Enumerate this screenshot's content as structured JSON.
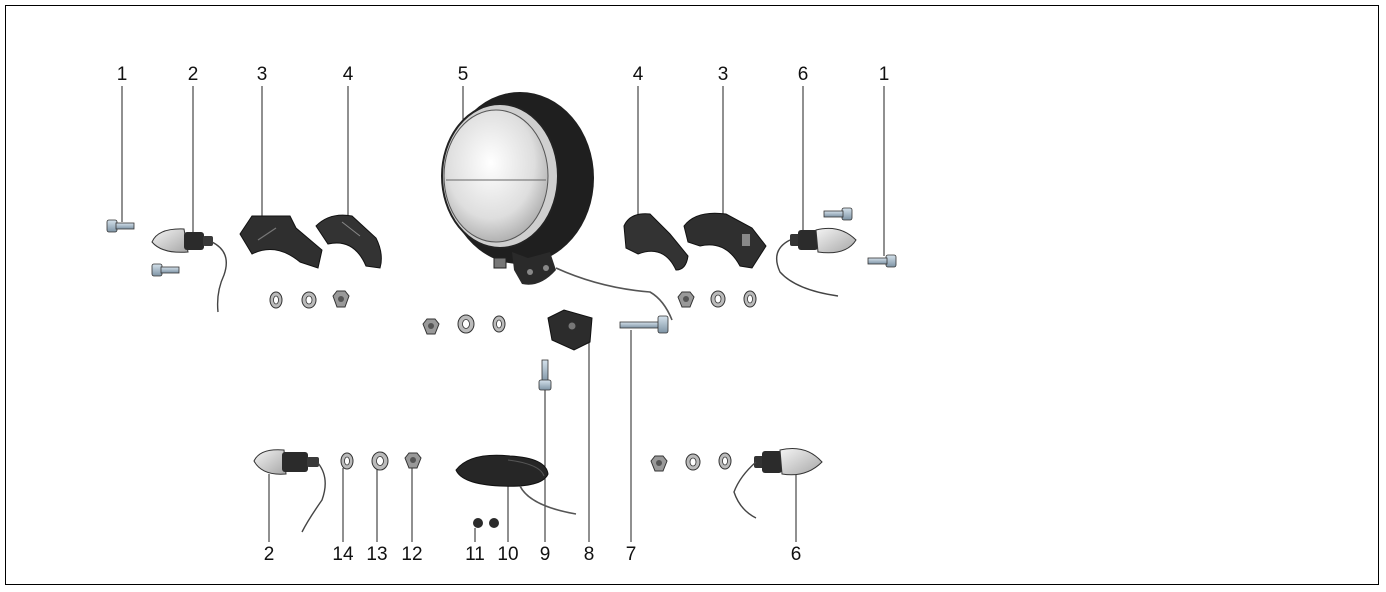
{
  "top_callouts": [
    "1",
    "2",
    "3",
    "4",
    "5",
    "4",
    "3",
    "6",
    "1"
  ],
  "bottom_callouts": [
    "2",
    "14",
    "13",
    "12",
    "11",
    "10",
    "9",
    "8",
    "7",
    "6"
  ],
  "colors": {
    "part_dark": "#2b2b2b",
    "part_light": "#d9d9d9",
    "metal": "#9fb3c2",
    "lens": "#e8e8e8"
  }
}
